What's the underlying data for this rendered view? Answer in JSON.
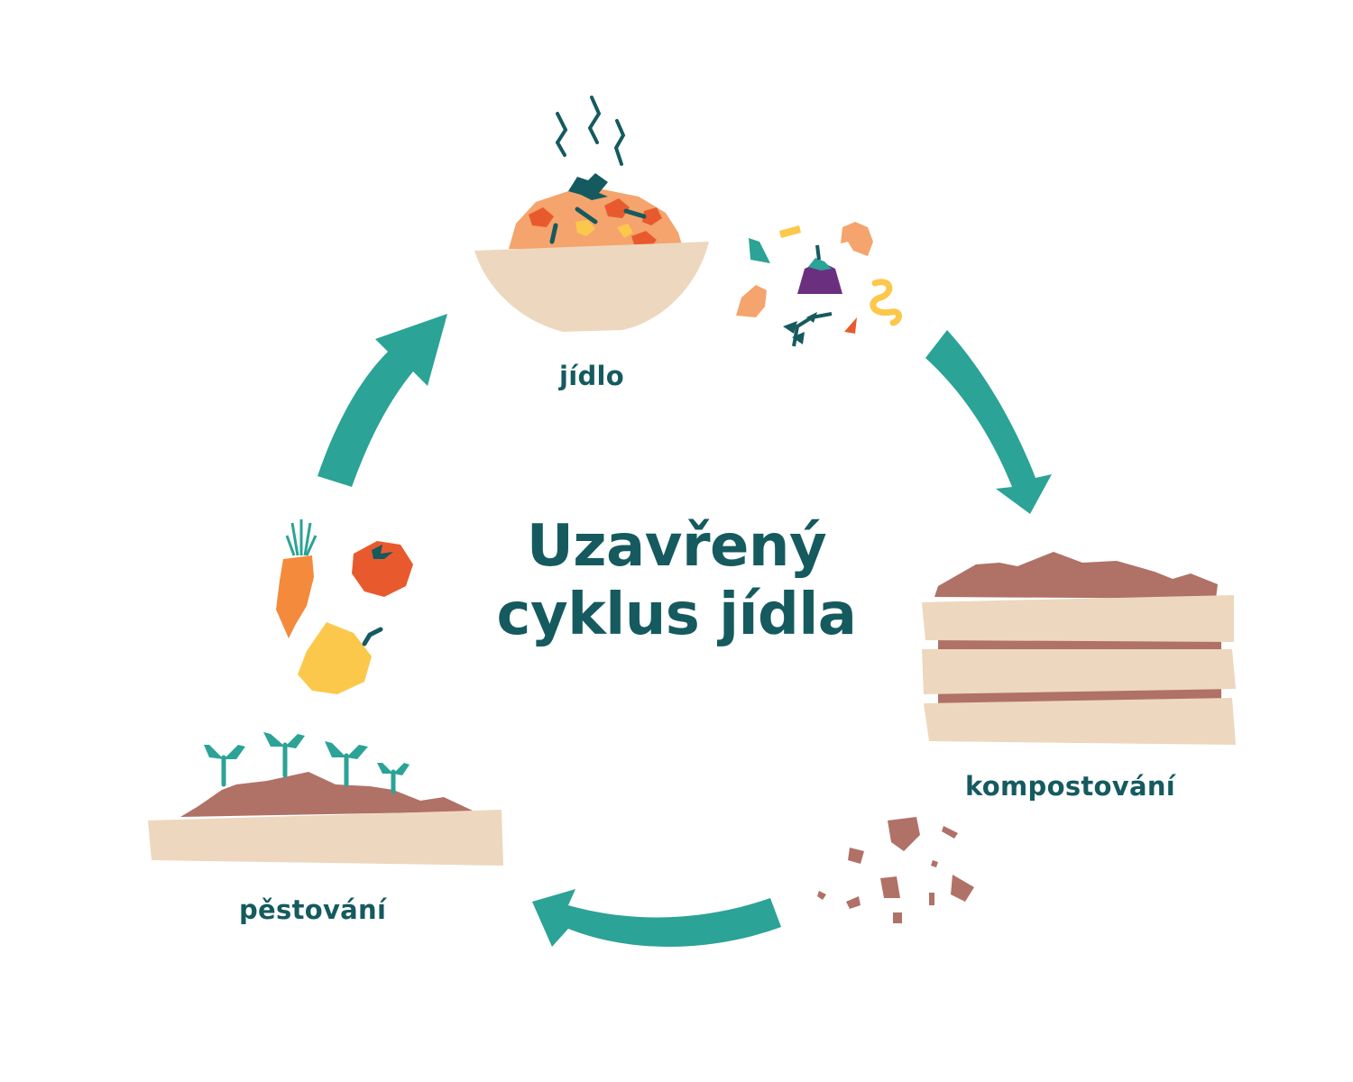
{
  "title": {
    "line1": "Uzavřený",
    "line2": "cyklus jídla"
  },
  "stages": {
    "food": "jídlo",
    "composting": "kompostování",
    "growing": "pěstování"
  },
  "colors": {
    "text": "#155a5f",
    "arrow": "#2ba396",
    "soil": "#b07166",
    "wood": "#edd7bf",
    "orange": "#f4a46c",
    "tomato": "#e85a2e",
    "pepper": "#fcc84c",
    "eggplant": "#6b2f80"
  },
  "icons": [
    "bowl-of-food-icon",
    "food-scraps-icon",
    "compost-box-icon",
    "compost-crumbs-icon",
    "garden-bed-icon",
    "vegetables-icon",
    "cycle-arrow-icon"
  ]
}
